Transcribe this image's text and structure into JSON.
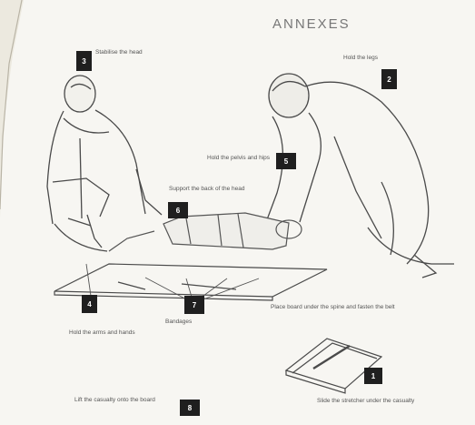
{
  "title": "ANNEXES",
  "labels": {
    "step3": "Stabilise the head",
    "step2": "Hold the legs",
    "step5": "Hold the pelvis and hips",
    "step6": "Support the back of the head",
    "step4": "Hold the arms and hands",
    "step7": "Bandages",
    "step_board": "Place board under the spine and fasten the belt",
    "step1": "Slide the stretcher under the casualty",
    "step_roll": "Lift the casualty onto the board"
  },
  "markers": [
    "1",
    "2",
    "3",
    "4",
    "5",
    "6",
    "7",
    "8"
  ]
}
